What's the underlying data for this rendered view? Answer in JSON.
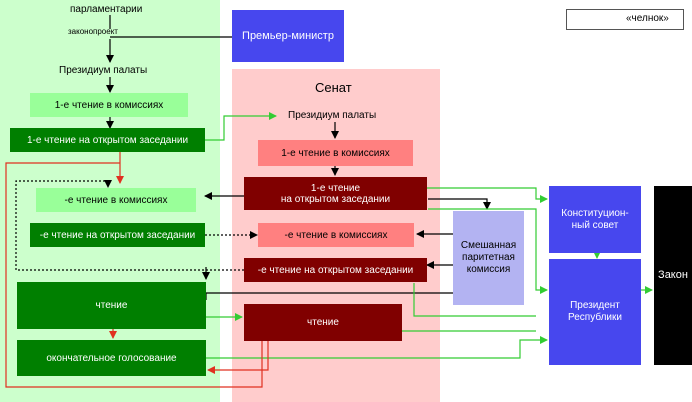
{
  "assembly": {
    "top_label": "парламентарии",
    "bill_label": "законопроект",
    "presidium_label": "Президиум палаты",
    "first_reading_committee": "1-е чтение в комиссиях",
    "first_reading_open": "1-е чтение на открытом заседании",
    "reading_committee": "-е чтение в комиссиях",
    "reading_open": "-е чтение на открытом заседании",
    "reading": "чтение",
    "final_vote": "окончательное голосование"
  },
  "pm": {
    "label": "Премьер-министр"
  },
  "senate": {
    "title": "Сенат",
    "presidium_label": "Президиум палаты",
    "first_reading_committee": "1-е чтение в комиссиях",
    "first_reading_open_line1": "1-е чтение",
    "first_reading_open_line2": "на открытом заседании",
    "reading_committee": "-е чтение в комиссиях",
    "reading_open": "-е чтение на открытом заседании",
    "reading": "чтение"
  },
  "joint_commission": {
    "line1": "Смешанная",
    "line2": "паритетная",
    "line3": "комиссия"
  },
  "constitutional_council": {
    "line1": "Конституцион-",
    "line2": "ный совет"
  },
  "president": {
    "line1": "Президент",
    "line2": "Республики"
  },
  "law": {
    "label": "Закон"
  },
  "legend": {
    "shuttle_label": "«челнок»"
  },
  "colors": {
    "assembly_zone": "#ccffcc",
    "senate_zone": "#ffcccc",
    "light_green": "#99ff99",
    "dark_green": "#007f00",
    "salmon": "#ff8080",
    "dark_red": "#800000",
    "blue": "#4747ee",
    "lavender": "#b3b3f2",
    "black": "#000000",
    "green_arrow": "#33cc33",
    "red_arrow": "#e03020"
  }
}
